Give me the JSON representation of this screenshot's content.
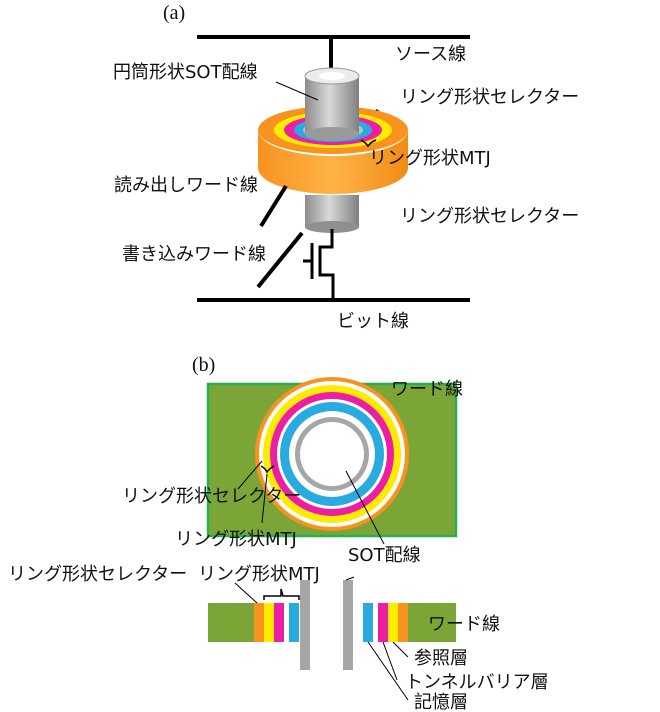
{
  "panel_a": {
    "label": "(a)",
    "source_line": "ソース線",
    "sot_wire": "円筒形状SOT配線",
    "selector_top": "リング形状セレクター",
    "mtj": "リング形状MTJ",
    "read_word_line": "読み出しワード線",
    "selector_bottom": "リング形状セレクター",
    "write_word_line": "書き込みワード線",
    "bit_line": "ビット線"
  },
  "panel_b": {
    "label": "(b)",
    "word_line_top": "ワード線",
    "selector_top": "リング形状セレクター",
    "mtj_top": "リング形状MTJ",
    "sot_wire": "SOT配線",
    "selector_bottom": "リング形状セレクター",
    "mtj_bottom": "リング形状MTJ",
    "word_line_bottom": "ワード線",
    "reference_layer": "参照層",
    "tunnel_barrier": "トンネルバリア層",
    "memory_layer": "記憶層"
  },
  "colors": {
    "orange": "#f7931e",
    "yellow": "#ffeb00",
    "magenta": "#ec1ea5",
    "cyan": "#29abe2",
    "green": "#7ca537",
    "gray": "#a6a6a6",
    "frame": "#22b14c"
  }
}
